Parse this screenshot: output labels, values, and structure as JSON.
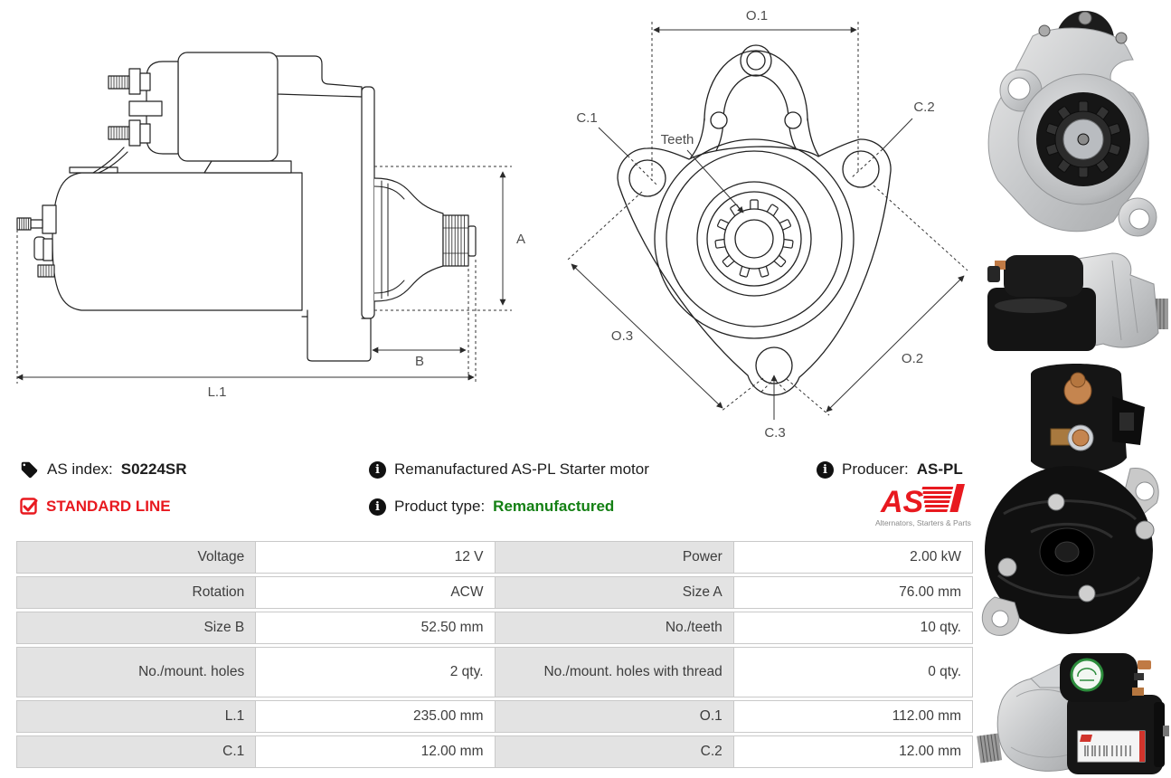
{
  "product": {
    "as_index_label": "AS index:",
    "as_index_value": "S0224SR",
    "line_label": "STANDARD LINE",
    "description": "Remanufactured AS-PL Starter motor",
    "product_type_label": "Product type:",
    "product_type_value": "Remanufactured",
    "producer_label": "Producer:",
    "producer_value": "AS-PL"
  },
  "brand": {
    "logo_text": "AS",
    "tagline": "Alternators, Starters & Parts"
  },
  "colors": {
    "accent_red": "#e8191f",
    "type_green": "#148014",
    "table_label_bg": "#e3e3e3",
    "table_border": "#c9c9c9",
    "line_art": "#222222",
    "dim_label": "#4d4d4d"
  },
  "drawings": {
    "side_view": {
      "labels": {
        "a": "A",
        "b": "B",
        "l1": "L.1"
      }
    },
    "front_view": {
      "labels": {
        "o1": "O.1",
        "o2": "O.2",
        "o3": "O.3",
        "c1": "C.1",
        "c2": "C.2",
        "c3": "C.3",
        "teeth": "Teeth"
      }
    }
  },
  "photos": {
    "front": "starter-front-view-photo",
    "side": "starter-side-view-photo",
    "rear": "starter-rear-view-photo",
    "angled": "starter-angled-view-photo"
  },
  "table": {
    "rows": [
      {
        "l1": "Voltage",
        "v1": "12 V",
        "l2": "Power",
        "v2": "2.00 kW"
      },
      {
        "l1": "Rotation",
        "v1": "ACW",
        "l2": "Size A",
        "v2": "76.00 mm"
      },
      {
        "l1": "Size B",
        "v1": "52.50 mm",
        "l2": "No./teeth",
        "v2": "10 qty."
      },
      {
        "l1": "No./mount. holes",
        "v1": "2 qty.",
        "l2": "No./mount. holes with thread",
        "v2": "0 qty."
      },
      {
        "l1": "L.1",
        "v1": "235.00 mm",
        "l2": "O.1",
        "v2": "112.00 mm"
      },
      {
        "l1": "C.1",
        "v1": "12.00 mm",
        "l2": "C.2",
        "v2": "12.00 mm"
      }
    ]
  }
}
